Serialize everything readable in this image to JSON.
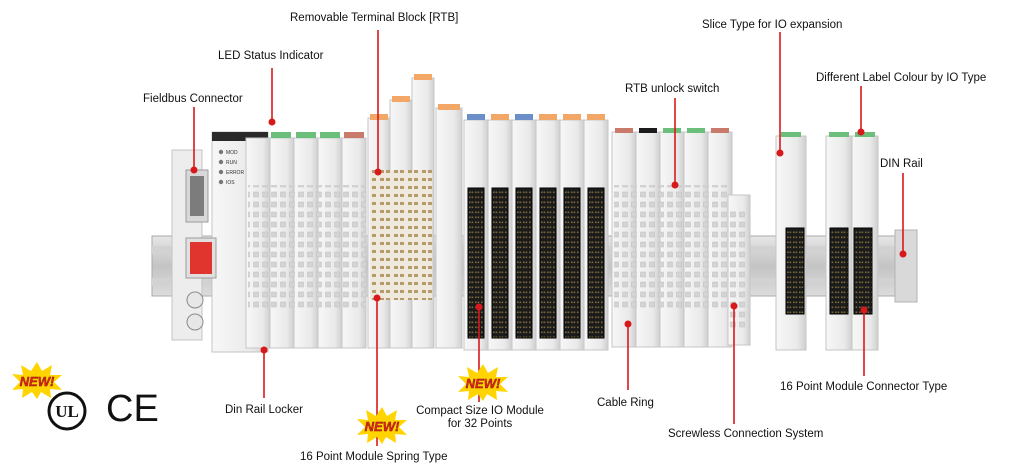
{
  "labels": {
    "rtb": "Removable Terminal Block [RTB]",
    "led": "LED Status Indicator",
    "fieldbus": "Fieldbus Connector",
    "slice": "Slice Type for IO expansion",
    "label_colour": "Different Label Colour by IO Type",
    "rtb_unlock": "RTB unlock switch",
    "din_rail": "DIN Rail",
    "din_locker": "Din Rail Locker",
    "spring_type": "16 Point Module Spring Type",
    "compact_line1": "Compact Size IO Module",
    "compact_line2": "for 32 Points",
    "cable_ring": "Cable Ring",
    "screwless": "Screwless Connection System",
    "connector_type": "16 Point Module Connector Type"
  },
  "badges": [
    "NEW!",
    "NEW!",
    "NEW!"
  ],
  "certifications": {
    "ul": "UL",
    "ce": "CE"
  },
  "coupler_leds": [
    "MOD",
    "RUN",
    "ERROR",
    "IOS"
  ],
  "colors": {
    "pointer": "#d7191c",
    "module_body": "#eeeeee",
    "module_edge": "#c9c9c9",
    "connector": "#1b1b1b",
    "label_green": "#6cbf7a",
    "label_red": "#c97a6a",
    "label_orange": "#f2a766",
    "label_blue": "#6a8fc9",
    "badge_fill": "#e8231f",
    "badge_burst": "#ffd400"
  }
}
